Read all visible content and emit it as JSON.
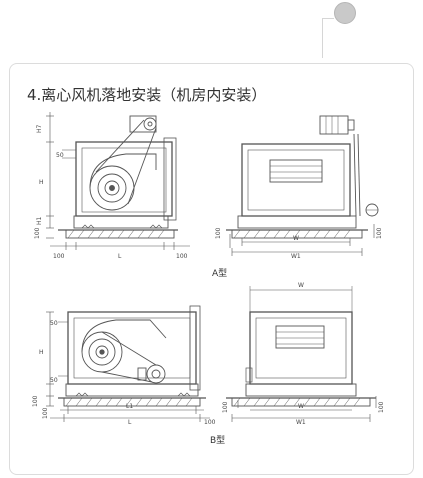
{
  "section": {
    "heading": "4.离心风机落地安装（机房内安装）"
  },
  "drawing": {
    "type_a_label": "A型",
    "type_b_label": "B型",
    "dims": {
      "h7": "H7",
      "fifty": "50",
      "h": "H",
      "h1": "H1",
      "hundred": "100",
      "l": "L",
      "l1": "L1",
      "w": "W",
      "w1": "W1"
    }
  }
}
